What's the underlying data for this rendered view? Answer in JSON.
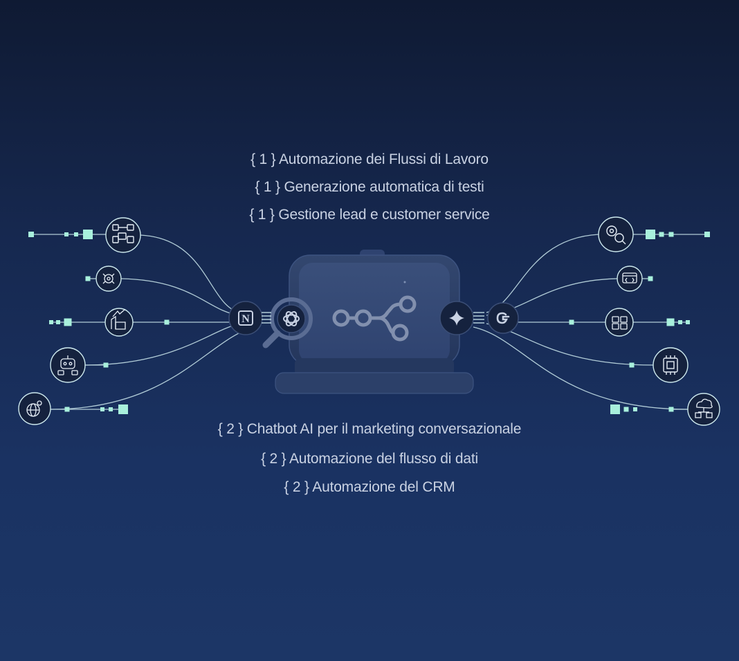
{
  "top_captions": [
    {
      "tag": "{ 1 }",
      "text": "Automazione dei Flussi di Lavoro"
    },
    {
      "tag": "{ 1 }",
      "text": "Generazione automatica di testi"
    },
    {
      "tag": "{ 1 }",
      "text": "Gestione lead e customer service"
    }
  ],
  "bottom_captions": [
    {
      "tag": "{ 2 }",
      "text": "Chatbot AI per il marketing conversazionale"
    },
    {
      "tag": "{ 2 }",
      "text": "Automazione del flusso di dati"
    },
    {
      "tag": "{ 2 }",
      "text": "Automazione del CRM"
    }
  ],
  "hub": {
    "center_icon": "workflow-nodes-icon",
    "left_integrations": [
      "notion-icon",
      "openai-icon"
    ],
    "right_integrations": [
      "sparkle-ai-icon",
      "google-icon"
    ]
  },
  "left_nodes": [
    {
      "icon": "workflow-chart-icon"
    },
    {
      "icon": "brain-circuit-icon"
    },
    {
      "icon": "growth-building-icon"
    },
    {
      "icon": "robot-chat-icon"
    },
    {
      "icon": "global-settings-icon"
    }
  ],
  "right_nodes": [
    {
      "icon": "gear-search-icon"
    },
    {
      "icon": "code-window-icon"
    },
    {
      "icon": "process-puzzle-icon"
    },
    {
      "icon": "chip-icon"
    },
    {
      "icon": "cloud-network-icon"
    }
  ],
  "colors": {
    "accent": "#a8f0dc",
    "line": "#cde9ee",
    "text": "#c9d2e3"
  }
}
